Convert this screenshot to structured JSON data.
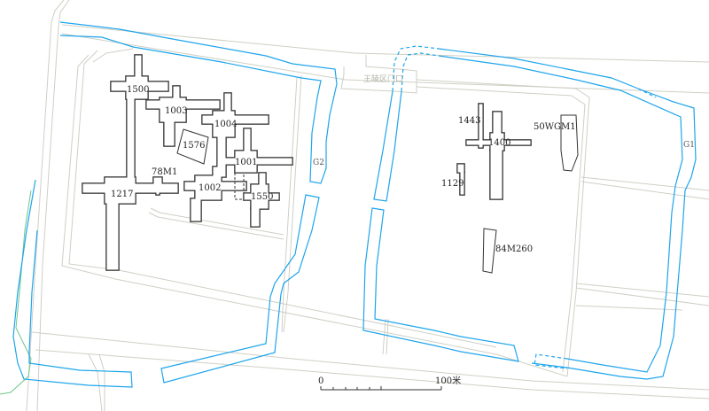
{
  "gate_label": "王陵区门口",
  "ditches": {
    "g1": "G1",
    "g2": "G2"
  },
  "tombs": {
    "t1500": "1500",
    "t1003": "1003",
    "t1004": "1004",
    "t1576": "1576",
    "t1001": "1001",
    "t1002": "1002",
    "t1550": "1550",
    "t1217": "1217",
    "t78m1": "78M1",
    "t1443": "1443",
    "t1400": "1400",
    "t1129": "1129",
    "t50wgm1": "50WGM1",
    "t84m260": "84M260"
  },
  "scale": {
    "start": "0",
    "end": "100米"
  },
  "colors": {
    "ditch": "#1ea5ec",
    "road": "#cfcfc6",
    "tomb": "#333333",
    "stream": "#6cc58a"
  }
}
